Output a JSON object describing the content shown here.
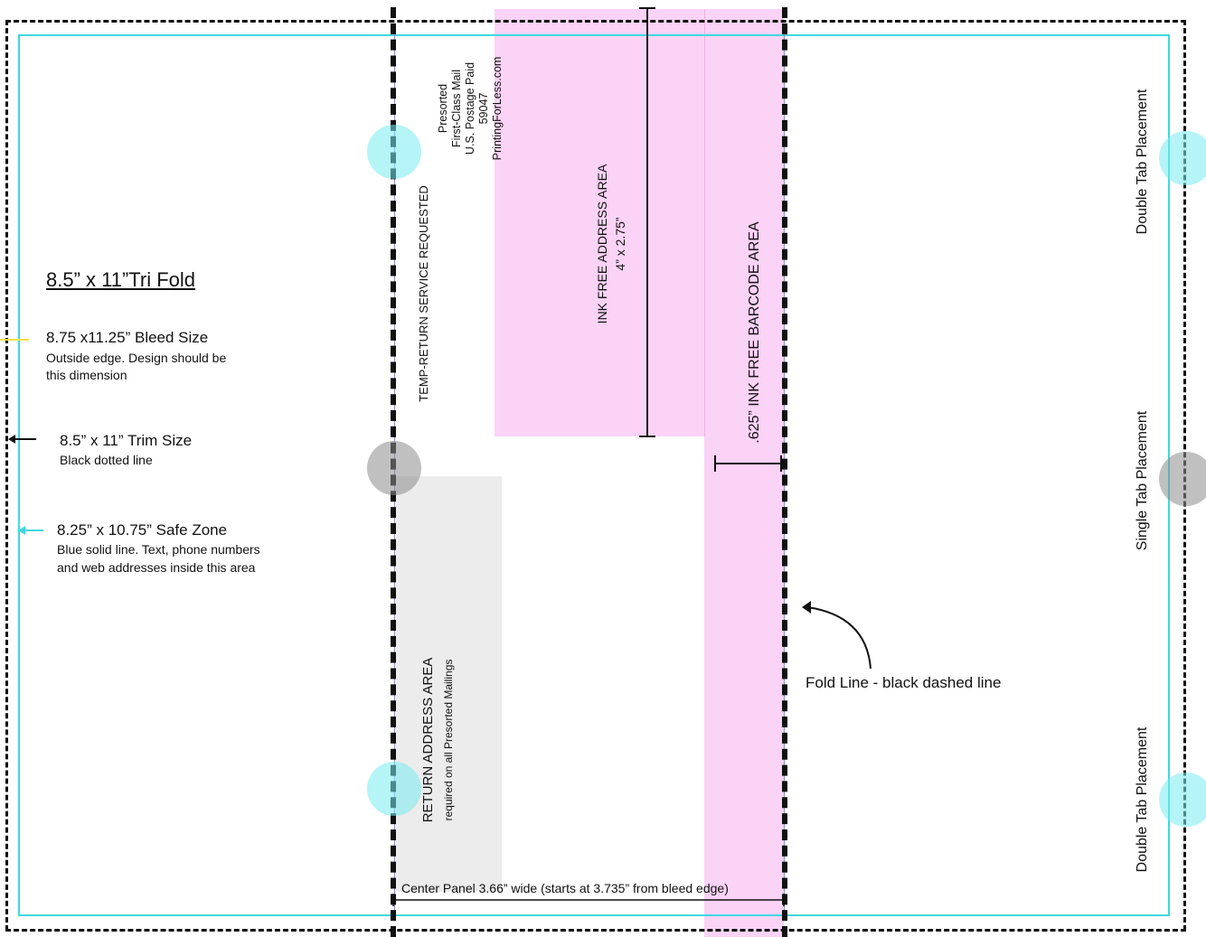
{
  "legend": {
    "title": "8.5” x 11”Tri Fold",
    "bleed_head": "8.75 x11.25” Bleed Size",
    "bleed_sub_1": "Outside edge. Design should be",
    "bleed_sub_2": "this dimension",
    "trim_head": "8.5” x 11” Trim Size",
    "trim_sub": "Black dotted line",
    "safe_head": "8.25” x 10.75” Safe Zone",
    "safe_sub_1": "Blue solid line. Text, phone numbers",
    "safe_sub_2": "and web addresses inside this area"
  },
  "postage": {
    "line1": "Presorted",
    "line2": "First-Class Mail",
    "line3": "U.S. Postage Paid",
    "line4": "59047",
    "line5": "PrintingForLess.com"
  },
  "temp_return": "TEMP-RETURN SERVICE REQUESTED",
  "ink_free_address": {
    "line1": "INK FREE ADDRESS AREA",
    "line2": "4” x 2.75”"
  },
  "ink_free_barcode": ".625”  INK FREE BARCODE AREA",
  "return_address": {
    "line1": "RETURN ADDRESS AREA",
    "line2": "required on all Presorted Mailings"
  },
  "center_panel": "Center Panel 3.66” wide  (starts at 3.735” from bleed edge)",
  "fold_line": "Fold Line - black dashed line",
  "tabs": {
    "top": "Double Tab Placement",
    "middle": "Single Tab Placement",
    "bottom": "Double Tab Placement"
  },
  "colors": {
    "safe_zone": "#3fd8df",
    "ink_free": "#fbd3f7",
    "return_area": "#ececec",
    "bleed_marker": "#f2e24a",
    "trim": "#111111"
  }
}
